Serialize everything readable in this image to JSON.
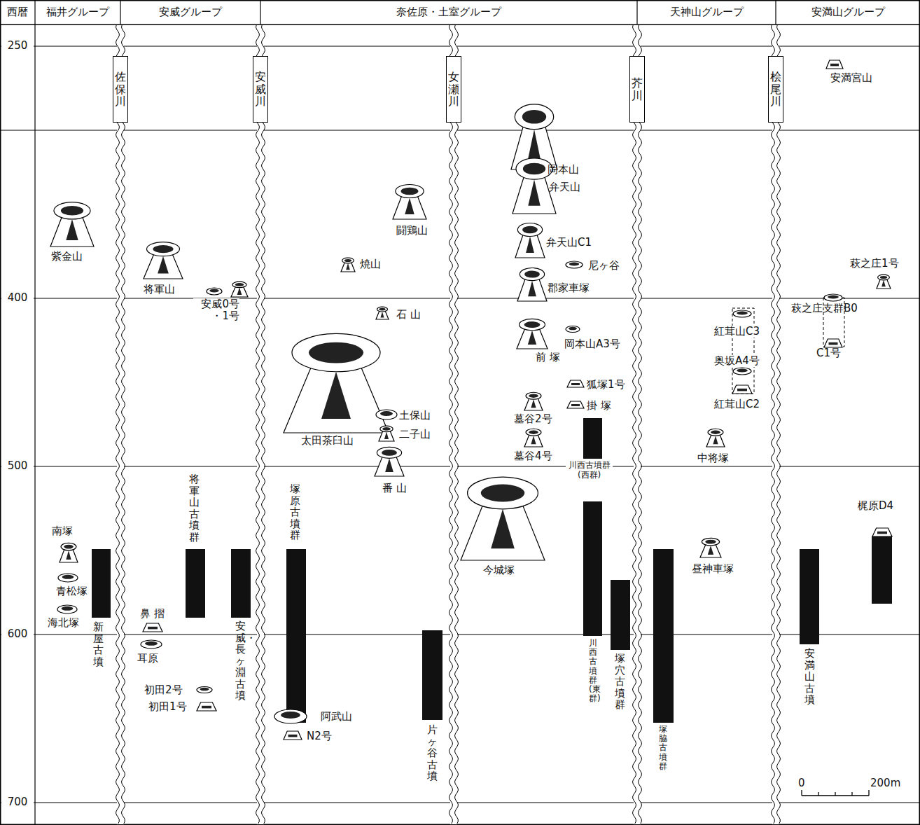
{
  "diagram": {
    "nodes": [
      {
        "text": [
          "西暦"
        ]
      },
      {
        "text": [
          "福井グループ"
        ]
      },
      {
        "text": [
          "安威グループ"
        ]
      },
      {
        "text": [
          "奈佐原・土室グループ"
        ]
      },
      {
        "text": [
          "天神山グループ"
        ]
      },
      {
        "text": [
          "安満山グループ"
        ]
      },
      {
        "text": [
          "佐保川"
        ]
      },
      {
        "text": [
          "安威川"
        ]
      },
      {
        "text": [
          "女瀬川"
        ]
      },
      {
        "text": [
          "芥川"
        ]
      },
      {
        "text": [
          "桧尾川"
        ]
      }
    ],
    "labels": [
      "250",
      "400",
      "500",
      "600",
      "700",
      "紫金山",
      "将軍山",
      "安威0号 ・1号",
      "焼山",
      "石 山",
      "闘鶏山",
      "太田茶臼山",
      "土保山",
      "二子山",
      "番 山",
      "岡本山",
      "弁天山",
      "弁天山C1",
      "尼ヶ谷",
      "郡家車塚",
      "岡本山A3号",
      "前 塚",
      "狐塚1号",
      "掛 塚",
      "墓谷2号",
      "墓谷4号",
      "川西古墳群 (西群)",
      "今城塚",
      "紅茸山C3",
      "奥坂A4号",
      "紅茸山C2",
      "中将塚",
      "昼神車塚",
      "安満宮山",
      "萩之庄1号",
      "萩之庄支群B0",
      "C1号",
      "梶原D4",
      "南塚",
      "青松塚",
      "海北塚",
      "新屋古墳",
      "将軍山古墳群",
      "鼻 摺",
      "耳原",
      "初田2号",
      "初田1号",
      "安威・長ヶ淵古墳",
      "塚原古墳群",
      "阿武山",
      "N2号",
      "片ヶ谷古墳",
      "川西古墳群(東群)",
      "塚穴古墳群",
      "塚脇古墳群",
      "安満山古墳",
      "0",
      "200m"
    ]
  }
}
